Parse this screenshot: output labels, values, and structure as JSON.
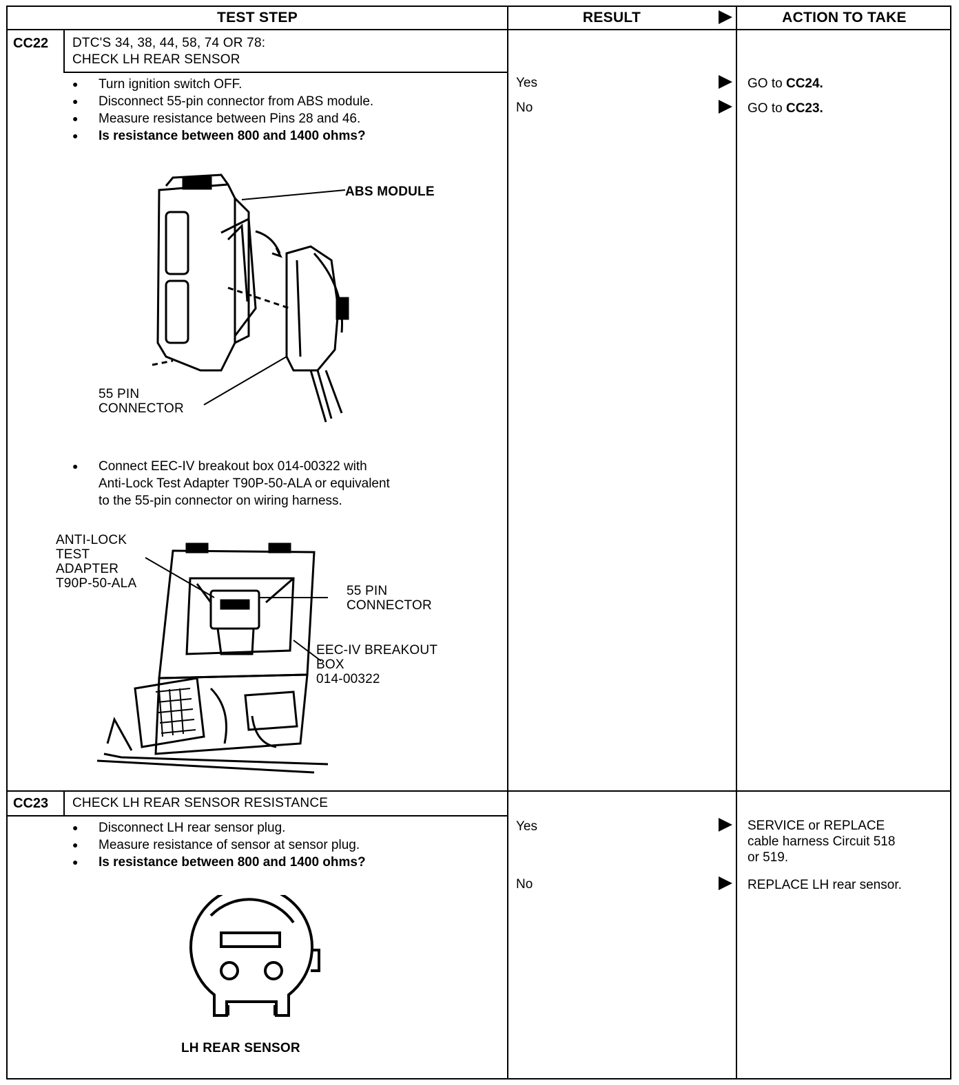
{
  "header": {
    "test_step": "TEST STEP",
    "result": "RESULT",
    "action": "ACTION TO TAKE"
  },
  "steps": [
    {
      "id": "CC22",
      "title_line1": "DTC'S 34, 38, 44, 58, 74 OR 78:",
      "title_line2": "CHECK LH REAR SENSOR",
      "bullets_a": [
        "Turn ignition switch OFF.",
        "Disconnect 55-pin connector from ABS module.",
        "Measure resistance between Pins 28 and 46.",
        "Is resistance between 800 and 1400 ohms?"
      ],
      "fig1_labels": {
        "abs_module": "ABS MODULE",
        "pin_connector": "55 PIN\nCONNECTOR"
      },
      "bullet_b": "Connect EEC-IV breakout box 014-00322 with\nAnti-Lock Test Adapter T90P-50-ALA or equivalent\nto the 55-pin connector on wiring harness.",
      "fig2_labels": {
        "adapter": "ANTI-LOCK\nTEST\nADAPTER\nT90P-50-ALA",
        "pin_connector": "55 PIN\nCONNECTOR",
        "breakout": "EEC-IV BREAKOUT\nBOX\n014-00322"
      },
      "results": [
        {
          "label": "Yes",
          "action_prefix": "GO to ",
          "action_bold": "CC24."
        },
        {
          "label": "No",
          "action_prefix": "GO to ",
          "action_bold": "CC23."
        }
      ]
    },
    {
      "id": "CC23",
      "title_line1": "CHECK LH REAR SENSOR RESISTANCE",
      "bullets_a": [
        "Disconnect LH rear sensor plug.",
        "Measure resistance of sensor at sensor plug.",
        "Is resistance between 800 and 1400 ohms?"
      ],
      "fig_label": "LH REAR SENSOR",
      "results": [
        {
          "label": "Yes",
          "action": "SERVICE or REPLACE\ncable harness Circuit 518\nor 519."
        },
        {
          "label": "No",
          "action": "REPLACE LH rear sensor."
        }
      ]
    }
  ]
}
